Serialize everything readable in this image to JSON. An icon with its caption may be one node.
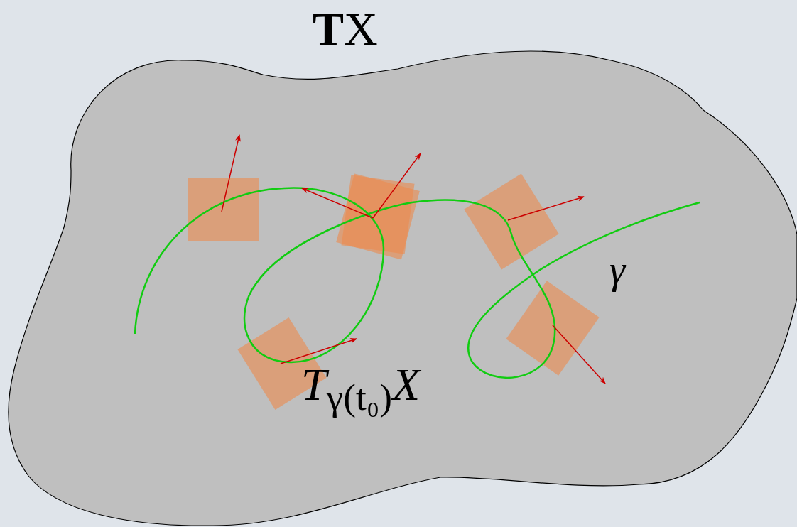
{
  "diagram": {
    "nodes": [
      {
        "text": [
          "**T**X"
        ]
      }
    ],
    "labels": [
      "*γ*",
      "*T*$_{γ(t₀)}$*X*"
    ]
  }
}
